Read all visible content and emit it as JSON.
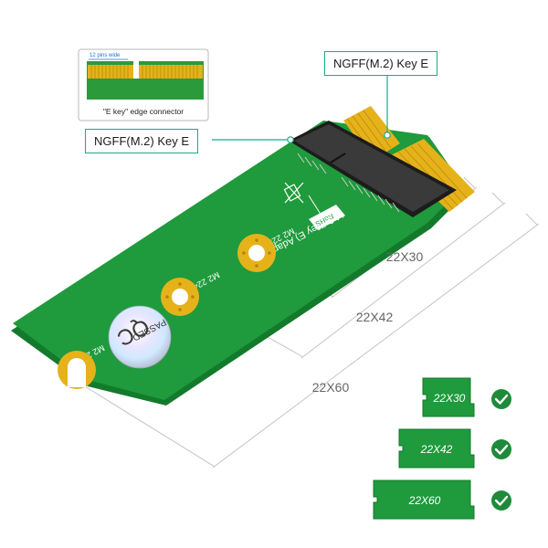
{
  "inset": {
    "pins_caption": "12 pins wide",
    "caption": "\"E key\" edge connector"
  },
  "labels": {
    "top_connector": "NGFF(M.2) Key E",
    "side_connector": "NGFF(M.2) Key E"
  },
  "board": {
    "title": "M.2 (Key E) Adapter",
    "rohs": "RoHS",
    "hole_2230": "M2 2230",
    "hole_2242": "M2 2242",
    "hole_2260": "M2 2260",
    "qc_line1": "QC",
    "qc_line2": "PASSED"
  },
  "dimensions": {
    "d2230": "22X30",
    "d2242": "22X42",
    "d2260": "22X60"
  },
  "sizes": [
    {
      "label": "22X30",
      "icon": "check-icon"
    },
    {
      "label": "22X42",
      "icon": "check-icon"
    },
    {
      "label": "22X60",
      "icon": "check-icon"
    }
  ],
  "colors": {
    "pcb": "#1f9a3c",
    "pcb_edge": "#137a2c",
    "gold": "#e6b21a",
    "accent": "#1fa88a",
    "check": "#1e8a3a"
  }
}
